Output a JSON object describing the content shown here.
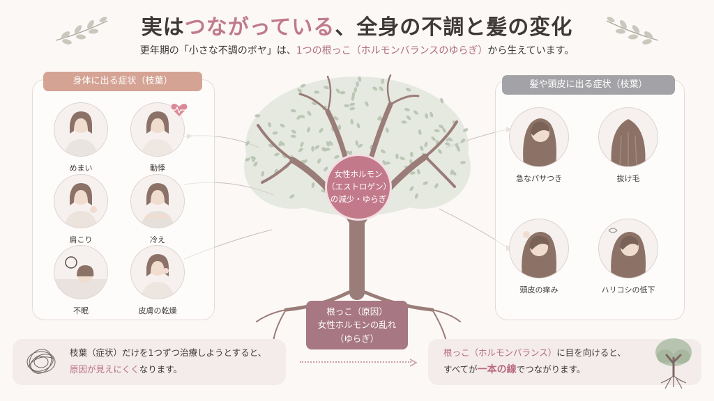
{
  "title": {
    "part1": "実は",
    "accent": "つながっている",
    "part2": "、全身の不調と髪の変化"
  },
  "subtitle": {
    "part1": "更年期の「小さな不調のボヤ」は、",
    "accent": "1つの根っこ（ホルモンバランスのゆらぎ）",
    "part2": "から生えています。"
  },
  "left_panel": {
    "label": "身体に出る症状（枝葉）",
    "items": [
      "めまい",
      "動悸",
      "肩こり",
      "冷え",
      "不眠",
      "皮膚の乾燥"
    ]
  },
  "right_panel": {
    "label": "髪や頭皮に出る症状（枝葉）",
    "items": [
      "急なパサつき",
      "抜け毛",
      "頭皮の痒み",
      "ハリコシの低下"
    ]
  },
  "center": {
    "line1": "女性ホルモン",
    "line2": "（エストロゲン）",
    "line3": "の減少・ゆらぎ"
  },
  "root": {
    "line1": "根っこ（原因）",
    "line2": "女性ホルモンの乱れ",
    "line3": "（ゆらぎ）"
  },
  "bottom_left": {
    "line1": "枝葉（症状）だけを1つずつ治療しようとすると、",
    "line2_accent": "原因が見えにくく",
    "line2_rest": "なります。"
  },
  "bottom_right": {
    "line1_accent": "根っこ（ホルモンバランス）",
    "line1_rest": "に目を向けると、",
    "line2_start": "すべてが",
    "line2_accent": "一本の線",
    "line2_rest": "でつながります。"
  },
  "colors": {
    "accent_pink": "#c07a8c",
    "left_label_bg": "#d4a394",
    "right_label_bg": "#a3a2a6",
    "center_bg": "#c27a8b",
    "root_bg": "#a77783",
    "trunk": "#9a7c78",
    "leaf": "#b7c4b0"
  },
  "icons": [
    "sprig-icon",
    "heart-rate-icon",
    "tangle-icon",
    "arrow-right-icon",
    "tree-icon"
  ]
}
